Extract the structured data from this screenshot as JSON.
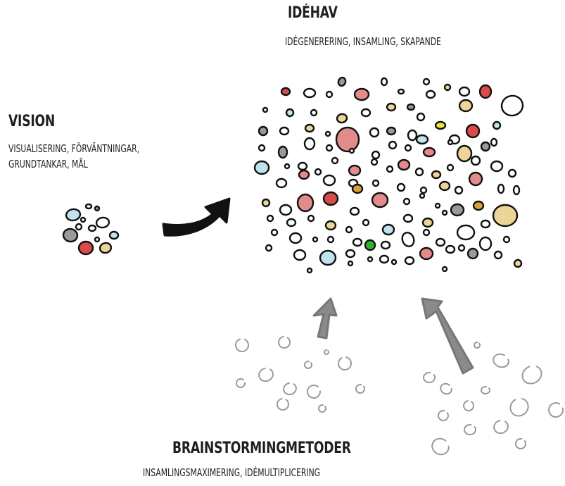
{
  "idehav": {
    "title": "IDÉHAV",
    "subtitle": "IDÉGENERERING, INSAMLING, SKAPANDE"
  },
  "vision": {
    "title": "VISION",
    "subtitle_line1": "VISUALISERING, FÖRVÄNTNINGAR,",
    "subtitle_line2": "GRUNDTANKAR, MÅL"
  },
  "brainstorming": {
    "title": "BRAINSTORMINGMETODER",
    "subtitle": "INSAMLINGSMAXIMERING, IDÉMULTIPLICERING"
  },
  "colors": {
    "red": "#d94a4a",
    "pink": "#e38b8b",
    "yellow": "#ecd596",
    "orange": "#d4a23a",
    "light_blue": "#bfe3ef",
    "gray": "#9a9a9a",
    "green": "#2fb52f",
    "bright_yellow": "#f2e33a",
    "outline": "#111111",
    "light_outline": "#9a9a9a"
  }
}
